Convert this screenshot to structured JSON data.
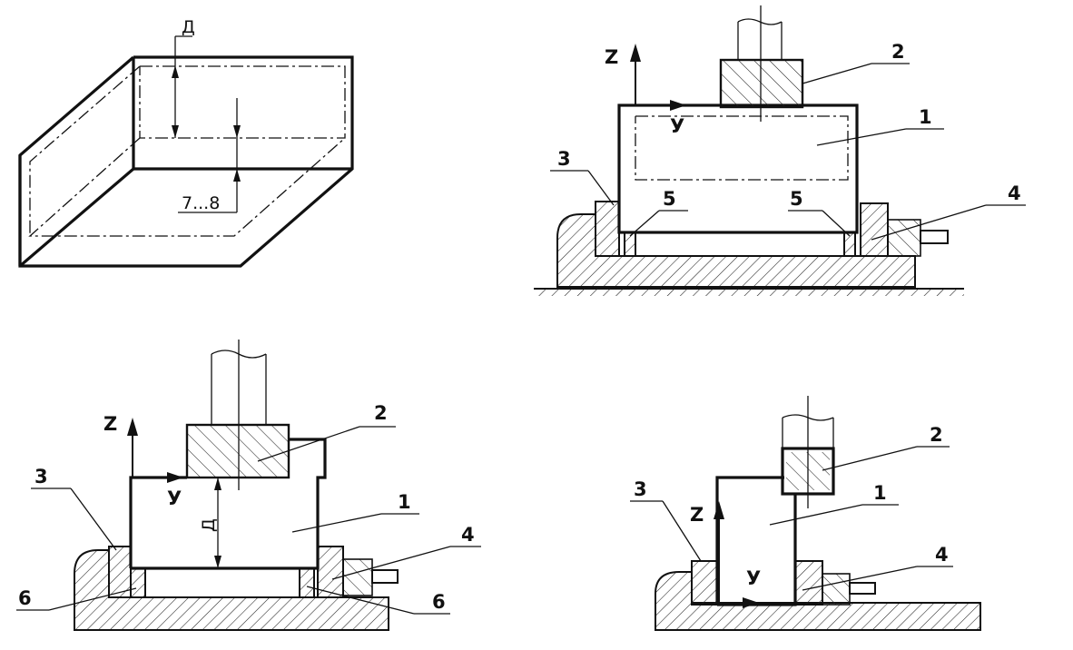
{
  "figure": {
    "view_a": {
      "dim_allowance": "Д",
      "dim_depth": "7...8"
    },
    "view_b": {
      "axis_z": "Z",
      "axis_y": "У",
      "labels": {
        "workpiece": "1",
        "cutter": "2",
        "stop": "3",
        "clamp": "4",
        "pad_left": "5",
        "pad_right": "5"
      }
    },
    "view_c": {
      "axis_z": "Z",
      "axis_y": "У",
      "dim_allowance": "Д",
      "labels": {
        "workpiece": "1",
        "cutter": "2",
        "stop": "3",
        "clamp": "4",
        "pad_left": "6",
        "pad_right": "6"
      }
    },
    "view_d": {
      "axis_z": "Z",
      "axis_y": "У",
      "labels": {
        "workpiece": "1",
        "cutter": "2",
        "stop": "3",
        "clamp": "4"
      }
    }
  }
}
